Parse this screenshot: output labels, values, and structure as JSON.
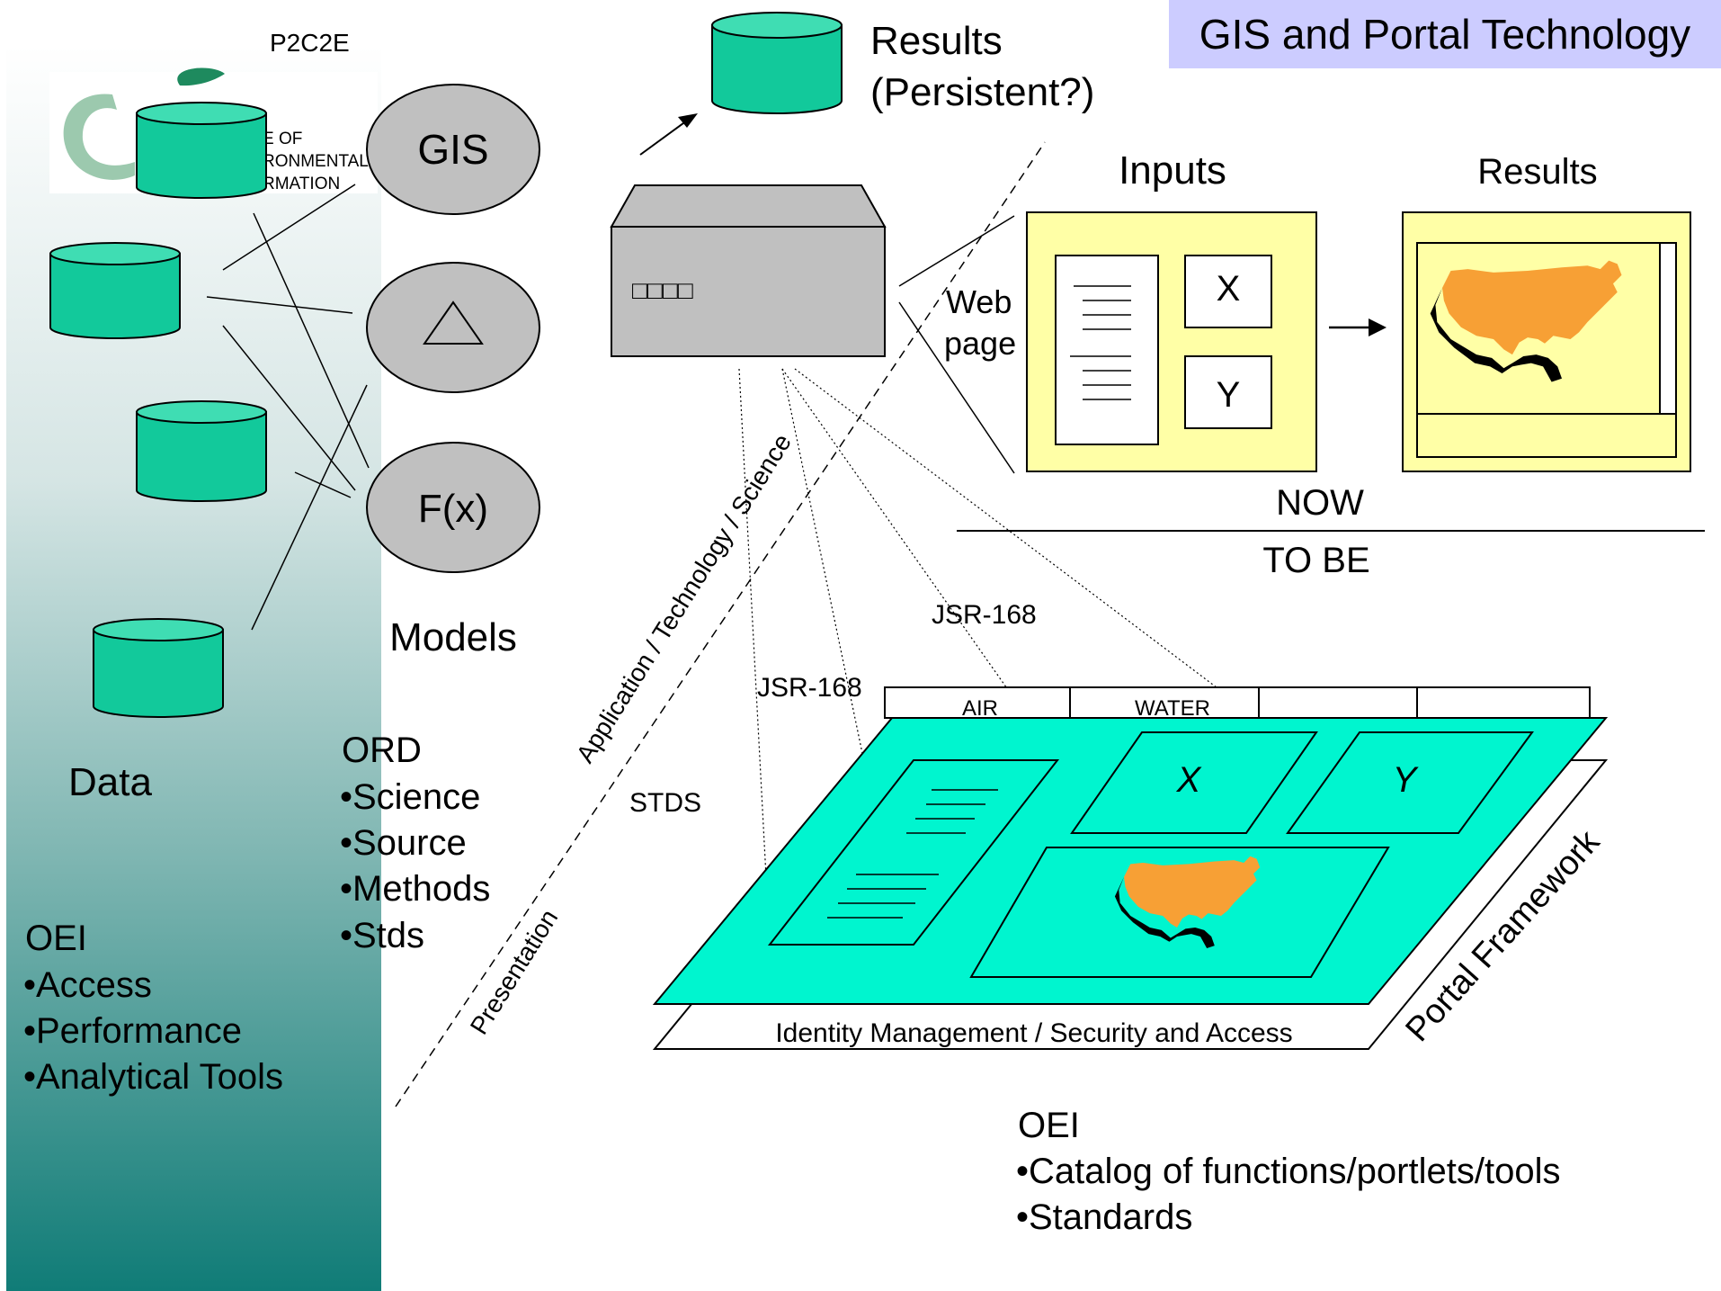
{
  "header": {
    "title": "GIS and Portal Technology",
    "title_bg": "#CCCCFF",
    "title_color": "#FFFFFF"
  },
  "left_panel": {
    "label_top": "P2C2E",
    "logo_text_lines": [
      "E OF",
      "RONMENTAL",
      "RMATION"
    ],
    "data_label": "Data",
    "models_label": "Models",
    "model_nodes": [
      "GIS",
      "F(x)"
    ],
    "ord": {
      "heading": "ORD",
      "items": [
        "•Science",
        "•Source",
        "•Methods",
        "•Stds"
      ]
    },
    "oei": {
      "heading": "OEI",
      "items": [
        "•Access",
        "•Performance",
        "•Analytical Tools"
      ]
    }
  },
  "results_top": {
    "line1": "Results",
    "line2": "(Persistent?)"
  },
  "server": {
    "lights": "□□□□"
  },
  "layers": {
    "presentation": "Presentation",
    "application": "Application / Technology / Science"
  },
  "web_page": {
    "line1": "Web",
    "line2": "page"
  },
  "now_panel": {
    "inputs_label": "Inputs",
    "results_label": "Results",
    "x_label": "X",
    "y_label": "Y",
    "now": "NOW",
    "to_be": "TO BE"
  },
  "labels": {
    "jsr_upper": "JSR-168",
    "jsr_lower": "JSR-168",
    "stds": "STDS"
  },
  "portal": {
    "tabs": [
      "AIR",
      "WATER",
      "",
      ""
    ],
    "x_label": "X",
    "y_label": "Y",
    "base_label": "Identity Management / Security and Access",
    "framework_label": "Portal Framework"
  },
  "bottom_oei": {
    "heading": "OEI",
    "items": [
      "•Catalog of functions/portlets/tools",
      "•Standards"
    ]
  },
  "colors": {
    "cylinder": "#12C99B",
    "cylinder_top": "#3FDDB3",
    "portal_plate": "#00F5CF",
    "map_orange": "#F7A035",
    "note_yellow": "#FFFFA6",
    "server_gray": "#C0C0C0",
    "node_gray": "#C0C0C0",
    "logo_green": "#1E8A5E"
  }
}
